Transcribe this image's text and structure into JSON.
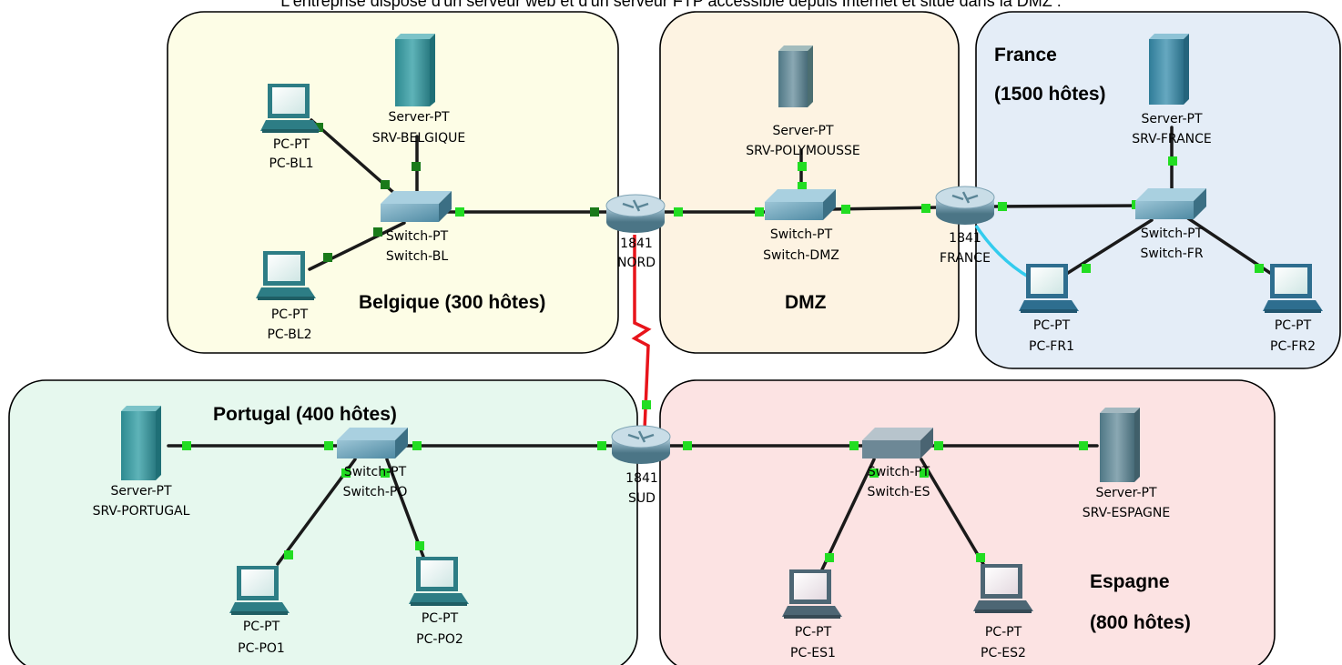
{
  "header_text": "L'entreprise dispose d'un serveur web et d'un serveur FTP accessible depuis Internet et situé dans la DMZ :",
  "zones": [
    {
      "id": "belgique",
      "label": "Belgique (300 hôtes)",
      "fill": "#fdfde6"
    },
    {
      "id": "dmz",
      "label": "DMZ",
      "fill": "#fdf3e2"
    },
    {
      "id": "france",
      "label_line1": "France",
      "label_line2": "(1500 hôtes)",
      "fill": "#e4edf7"
    },
    {
      "id": "portugal",
      "label": "Portugal (400 hôtes)",
      "fill": "#e6f8ee"
    },
    {
      "id": "espagne",
      "label_line1": "Espagne",
      "label_line2": "(800 hôtes)",
      "fill": "#fce3e3"
    }
  ],
  "devices": {
    "srv_belgique": {
      "type": "Server-PT",
      "name": "SRV-BELGIQUE",
      "icon": "server-icon"
    },
    "pc_bl1": {
      "type": "PC-PT",
      "name": "PC-BL1",
      "icon": "pc-icon"
    },
    "pc_bl2": {
      "type": "PC-PT",
      "name": "PC-BL2",
      "icon": "pc-icon"
    },
    "switch_bl": {
      "type": "Switch-PT",
      "name": "Switch-BL",
      "icon": "switch-icon"
    },
    "router_nord": {
      "type": "1841",
      "name": "NORD",
      "icon": "router-icon"
    },
    "srv_polymousse": {
      "type": "Server-PT",
      "name": "SRV-POLYMOUSSE",
      "icon": "server-icon"
    },
    "switch_dmz": {
      "type": "Switch-PT",
      "name": "Switch-DMZ",
      "icon": "switch-icon"
    },
    "router_france": {
      "type": "1841",
      "name": "FRANCE",
      "icon": "router-icon"
    },
    "srv_france": {
      "type": "Server-PT",
      "name": "SRV-FRANCE",
      "icon": "server-icon"
    },
    "switch_fr": {
      "type": "Switch-PT",
      "name": "Switch-FR",
      "icon": "switch-icon"
    },
    "pc_fr1": {
      "type": "PC-PT",
      "name": "PC-FR1",
      "icon": "pc-icon"
    },
    "pc_fr2": {
      "type": "PC-PT",
      "name": "PC-FR2",
      "icon": "pc-icon"
    },
    "srv_portugal": {
      "type": "Server-PT",
      "name": "SRV-PORTUGAL",
      "icon": "server-icon"
    },
    "switch_po": {
      "type": "Switch-PT",
      "name": "Switch-PO",
      "icon": "switch-icon"
    },
    "pc_po1": {
      "type": "PC-PT",
      "name": "PC-PO1",
      "icon": "pc-icon"
    },
    "pc_po2": {
      "type": "PC-PT",
      "name": "PC-PO2",
      "icon": "pc-icon"
    },
    "router_sud": {
      "type": "1841",
      "name": "SUD",
      "icon": "router-icon"
    },
    "switch_es": {
      "type": "Switch-PT",
      "name": "Switch-ES",
      "icon": "switch-icon"
    },
    "srv_espagne": {
      "type": "Server-PT",
      "name": "SRV-ESPAGNE",
      "icon": "server-icon"
    },
    "pc_es1": {
      "type": "PC-PT",
      "name": "PC-ES1",
      "icon": "pc-icon"
    },
    "pc_es2": {
      "type": "PC-PT",
      "name": "PC-ES2",
      "icon": "pc-icon"
    }
  },
  "link_colors": {
    "ethernet": "#1a1a1a",
    "crossover": "#33ccee",
    "serial": "#e8141b",
    "port_up": "#22dd22"
  }
}
